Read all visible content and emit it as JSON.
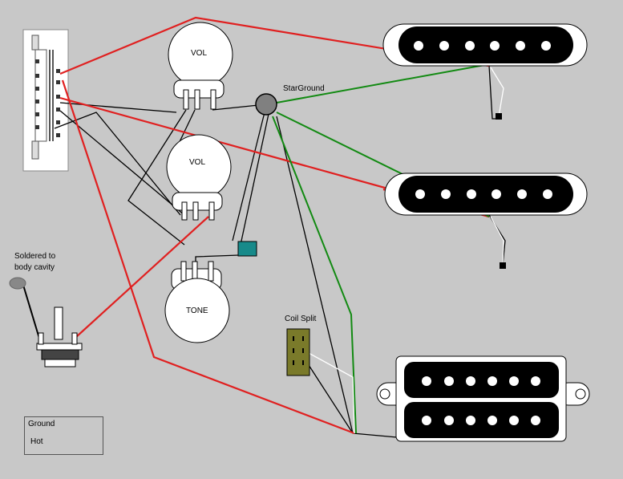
{
  "labels": {
    "vol_top": "VOL",
    "vol_bottom": "VOL",
    "tone": "TONE",
    "star_ground": "StarGround",
    "coil_split": "Coil Split",
    "soldered_line1": "Soldered to",
    "soldered_line2": "body cavity"
  },
  "legend": {
    "ground": "Ground",
    "hot": "Hot"
  },
  "colors": {
    "background": "#c8c8c8",
    "hot": "#e02020",
    "ground_green": "#128a12",
    "ground_black": "#000000",
    "capacitor": "#178a8a",
    "coil_split_switch": "#7a7a2a"
  }
}
